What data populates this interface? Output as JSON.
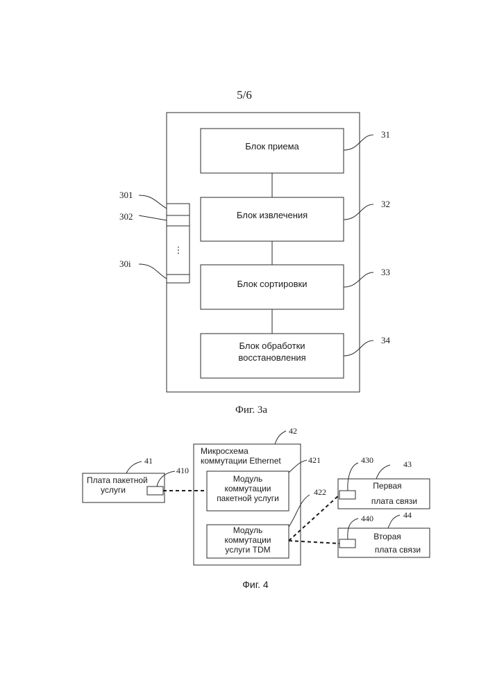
{
  "page_number": "5/6",
  "fig3a": {
    "caption": "Фиг. 3а",
    "blocks": [
      {
        "label": "Блок приема",
        "ref": "31"
      },
      {
        "label": "Блок извлечения",
        "ref": "32"
      },
      {
        "label": "Блок сортировки",
        "ref": "33"
      },
      {
        "label_line1": "Блок обработки",
        "label_line2": "восстановления",
        "ref": "34"
      }
    ],
    "ports": {
      "p1": "301",
      "p2": "302",
      "pi": "30i",
      "ellipsis": "⋮"
    }
  },
  "fig4": {
    "caption": "Фиг. 4",
    "chip": {
      "line1": "Микросхема",
      "line2": "коммутации Ethernet",
      "ref": "42"
    },
    "packet_board": {
      "line1": "Плата пакетной",
      "line2": "услуги",
      "ref": "41",
      "port_ref": "410"
    },
    "packet_module": {
      "line1": "Модуль",
      "line2": "коммутации",
      "line3": "пакетной услуги",
      "ref": "421"
    },
    "tdm_module": {
      "line1": "Модуль",
      "line2": "коммутации",
      "line3": "услуги TDM",
      "ref": "422"
    },
    "board1": {
      "line1": "Первая",
      "line2": "плата связи",
      "ref": "43",
      "port_ref": "430"
    },
    "board2": {
      "line1": "Вторая",
      "line2": "плата связи",
      "ref": "44",
      "port_ref": "440"
    }
  }
}
